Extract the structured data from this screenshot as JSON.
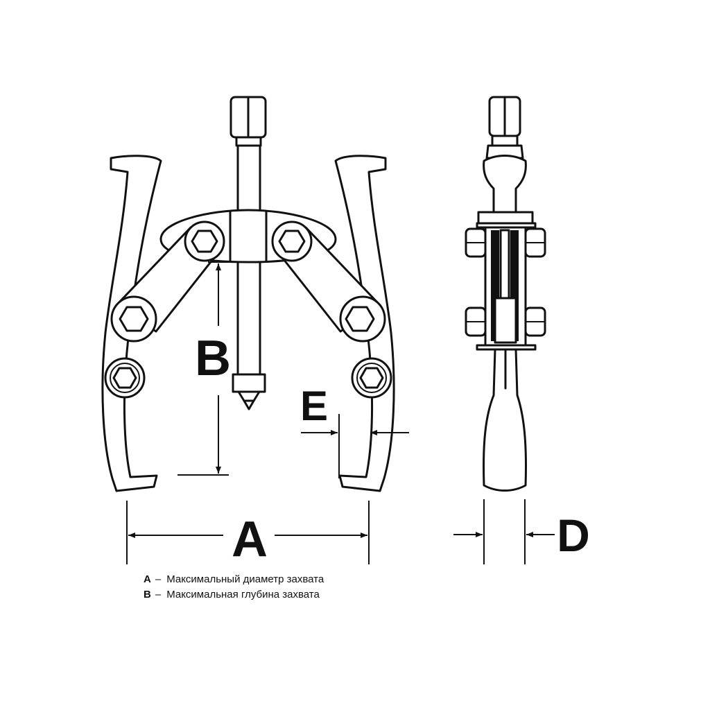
{
  "dimensions": {
    "a": "A",
    "b": "B",
    "d": "D",
    "e": "E"
  },
  "legend": [
    {
      "key": "A",
      "separator": "–",
      "text": "Максимальный диаметр захвата"
    },
    {
      "key": "B",
      "separator": "–",
      "text": "Максимальная глубина захвата"
    }
  ],
  "colors": {
    "line": "#111111",
    "background": "#ffffff"
  }
}
